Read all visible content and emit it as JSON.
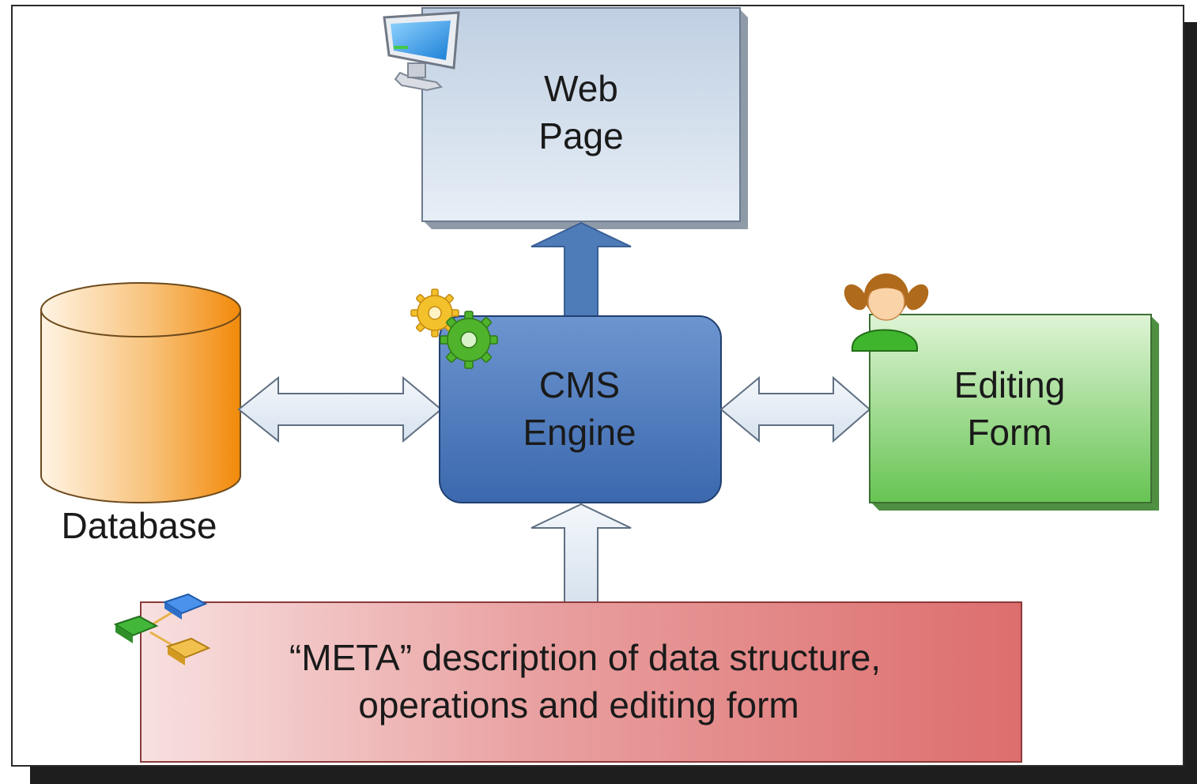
{
  "nodes": {
    "web_page": {
      "line1": "Web",
      "line2": "Page"
    },
    "cms_engine": {
      "line1": "CMS",
      "line2": "Engine"
    },
    "database": {
      "label": "Database"
    },
    "editing_form": {
      "line1": "Editing",
      "line2": "Form"
    },
    "meta": {
      "line1": "“META” description of data structure,",
      "line2": "operations and editing form"
    }
  },
  "icons": {
    "web_page": "monitor-icon",
    "cms_engine": "gears-icon",
    "editing_form": "user-icon",
    "meta": "network-nodes-icon"
  },
  "colors": {
    "web_page": "#d3deea",
    "cms_engine": "#3f6fb3",
    "database": "#f49a1c",
    "editing_form": "#74cf62",
    "meta": "#df7a7a",
    "arrow_up": "#4e7cb9",
    "arrow_light": "#e3ebf4"
  }
}
